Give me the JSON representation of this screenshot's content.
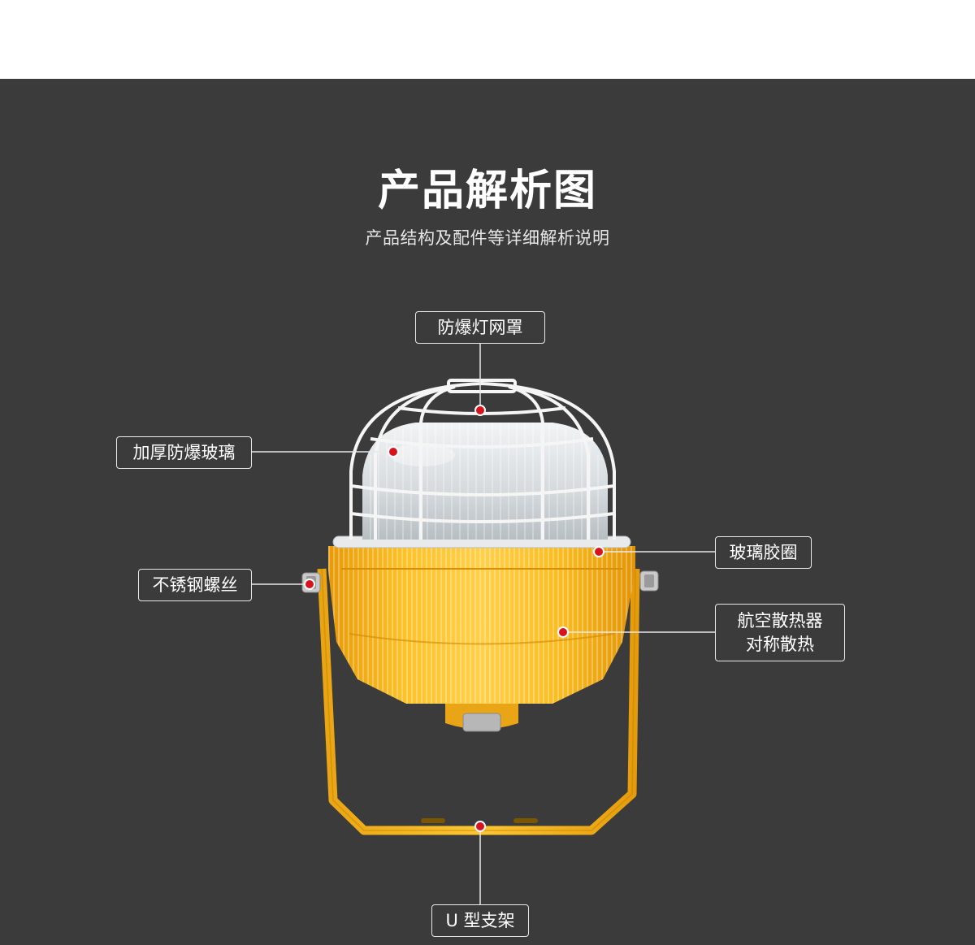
{
  "header": {
    "title": "产品解析图",
    "subtitle": "产品结构及配件等详细解析说明"
  },
  "colors": {
    "background": "#3b3b3b",
    "housing": "#f6b81c",
    "marker": "#d7141e",
    "leader_line": "#e8e8e8"
  },
  "callouts": {
    "guard": "防爆灯网罩",
    "glass": "加厚防爆玻璃",
    "gasket": "玻璃胶圈",
    "screw": "不锈钢螺丝",
    "heatsink_line1": "航空散热器",
    "heatsink_line2": "对称散热",
    "bracket": "U 型支架"
  }
}
